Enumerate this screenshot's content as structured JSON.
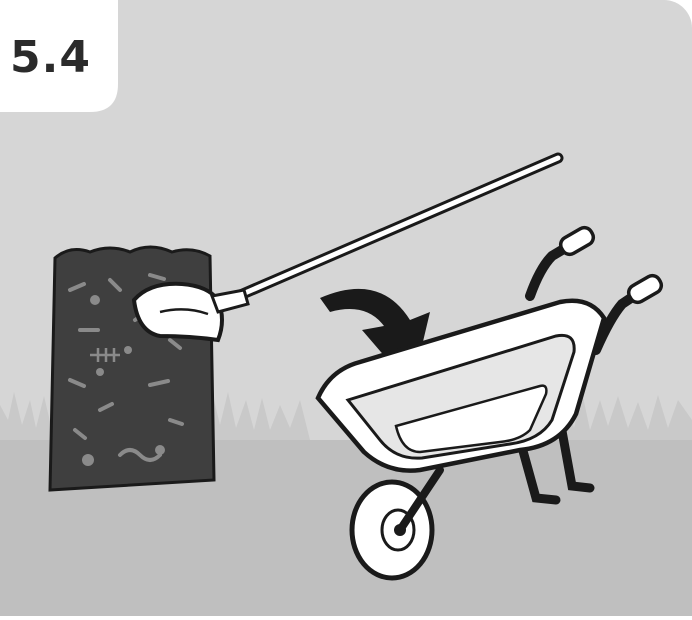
{
  "step": {
    "number": "5.4"
  },
  "illustration": {
    "subjects": [
      "compost-heap",
      "shovel",
      "arrow",
      "wheelbarrow"
    ],
    "colors": {
      "background": "#d6d6d6",
      "ground": "#bfbfbf",
      "grass": "#c9c9c9",
      "compost": "#3f3f3f",
      "outline": "#1a1a1a",
      "fill_light": "#ffffff",
      "tub_inner": "#e6e6e6"
    }
  }
}
